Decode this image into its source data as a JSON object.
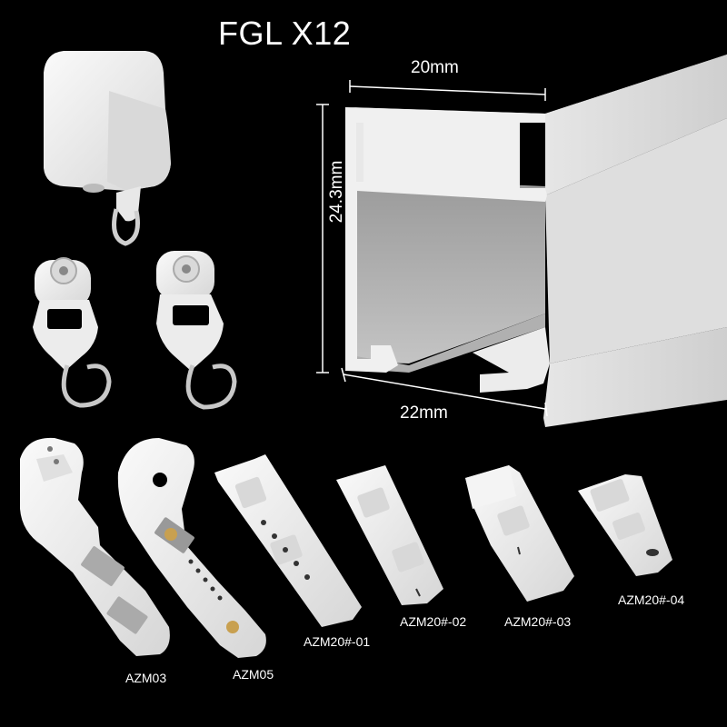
{
  "title": "FGL X12",
  "dimensions": {
    "width_top": "20mm",
    "height": "24.3mm",
    "width_bottom": "22mm"
  },
  "brackets": [
    {
      "code": "AZM03"
    },
    {
      "code": "AZM05"
    },
    {
      "code": "AZM20#-01"
    },
    {
      "code": "AZM20#-02"
    },
    {
      "code": "AZM20#-03"
    },
    {
      "code": "AZM20#-04"
    }
  ],
  "colors": {
    "background": "#000000",
    "part_white": "#eeeeee",
    "metal": "#b8b8b8"
  }
}
